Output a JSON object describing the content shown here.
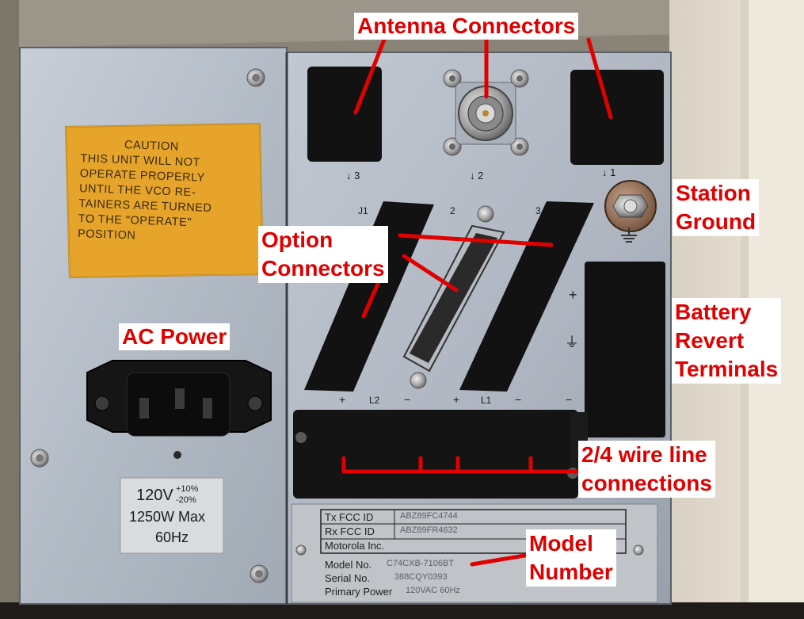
{
  "caution_label": {
    "lines": [
      "CAUTION",
      "THIS UNIT WILL NOT",
      "OPERATE PROPERLY",
      "UNTIL THE VCO RE-",
      "TAINERS ARE TURNED",
      "TO THE \"OPERATE\"",
      "POSITION"
    ]
  },
  "power_rating": {
    "voltage": "120V",
    "tolerance_plus": "+10%",
    "tolerance_minus": "-20%",
    "wattage": "1250W Max",
    "frequency": "60Hz"
  },
  "panel_markings": {
    "antenna_3": "3",
    "antenna_2": "2",
    "antenna_1": "1",
    "option_j1": "J1",
    "option_2": "2",
    "option_3": "3",
    "battery_plus": "+",
    "line_labels": [
      "+",
      "L2",
      "−",
      "+",
      "L1",
      "−",
      "−"
    ]
  },
  "nameplate": {
    "tx_label": "Tx FCC ID",
    "tx_value": "ABZ89FC4744",
    "rx_label": "Rx FCC ID",
    "rx_value": "ABZ89FR4632",
    "maker": "Motorola Inc.",
    "model_label": "Model No.",
    "model_value": "C74CXB-7106BT",
    "serial_label": "Serial No.",
    "serial_value": "388CQY0393",
    "power_label": "Primary Power",
    "power_value": "120VAC 60Hz"
  },
  "callouts": {
    "antenna": "Antenna Connectors",
    "ground_1": "Station",
    "ground_2": "Ground",
    "option_1": "Option",
    "option_2": "Connectors",
    "ac_power": "AC Power",
    "battery_1": "Battery",
    "battery_2": "Revert",
    "battery_3": "Terminals",
    "wire_1": "2/4 wire line",
    "wire_2": "connections",
    "model_1": "Model",
    "model_2": "Number"
  },
  "colors": {
    "callout_text": "#e00000",
    "panel": "#b9c0cb",
    "caution_label": "#e6a52a"
  }
}
